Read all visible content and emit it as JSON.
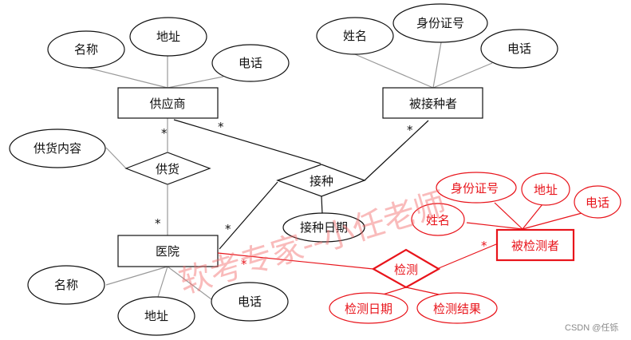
{
  "colors": {
    "black_stroke": "#111111",
    "gray_line": "#9a9a9a",
    "red": "#e8141b",
    "watermark": "#f26a6a"
  },
  "entities": {
    "supplier": "供应商",
    "vaccinee": "被接种者",
    "hospital": "医院",
    "testee": "被检测者"
  },
  "relationships": {
    "supply": "供货",
    "vaccinate": "接种",
    "test": "检测"
  },
  "attributes": {
    "supplier": [
      "名称",
      "地址",
      "电话"
    ],
    "vaccinee": [
      "姓名",
      "身份证号",
      "电话"
    ],
    "hospital": [
      "名称",
      "地址",
      "电话"
    ],
    "supply": [
      "供货内容"
    ],
    "vaccinate": [
      "接种日期"
    ],
    "testee": [
      "姓名",
      "身份证号",
      "地址",
      "电话"
    ],
    "test": [
      "检测日期",
      "检测结果"
    ]
  },
  "cardinality": "*",
  "watermark": "软考专家--小任老师",
  "credit": "CSDN @任铄"
}
